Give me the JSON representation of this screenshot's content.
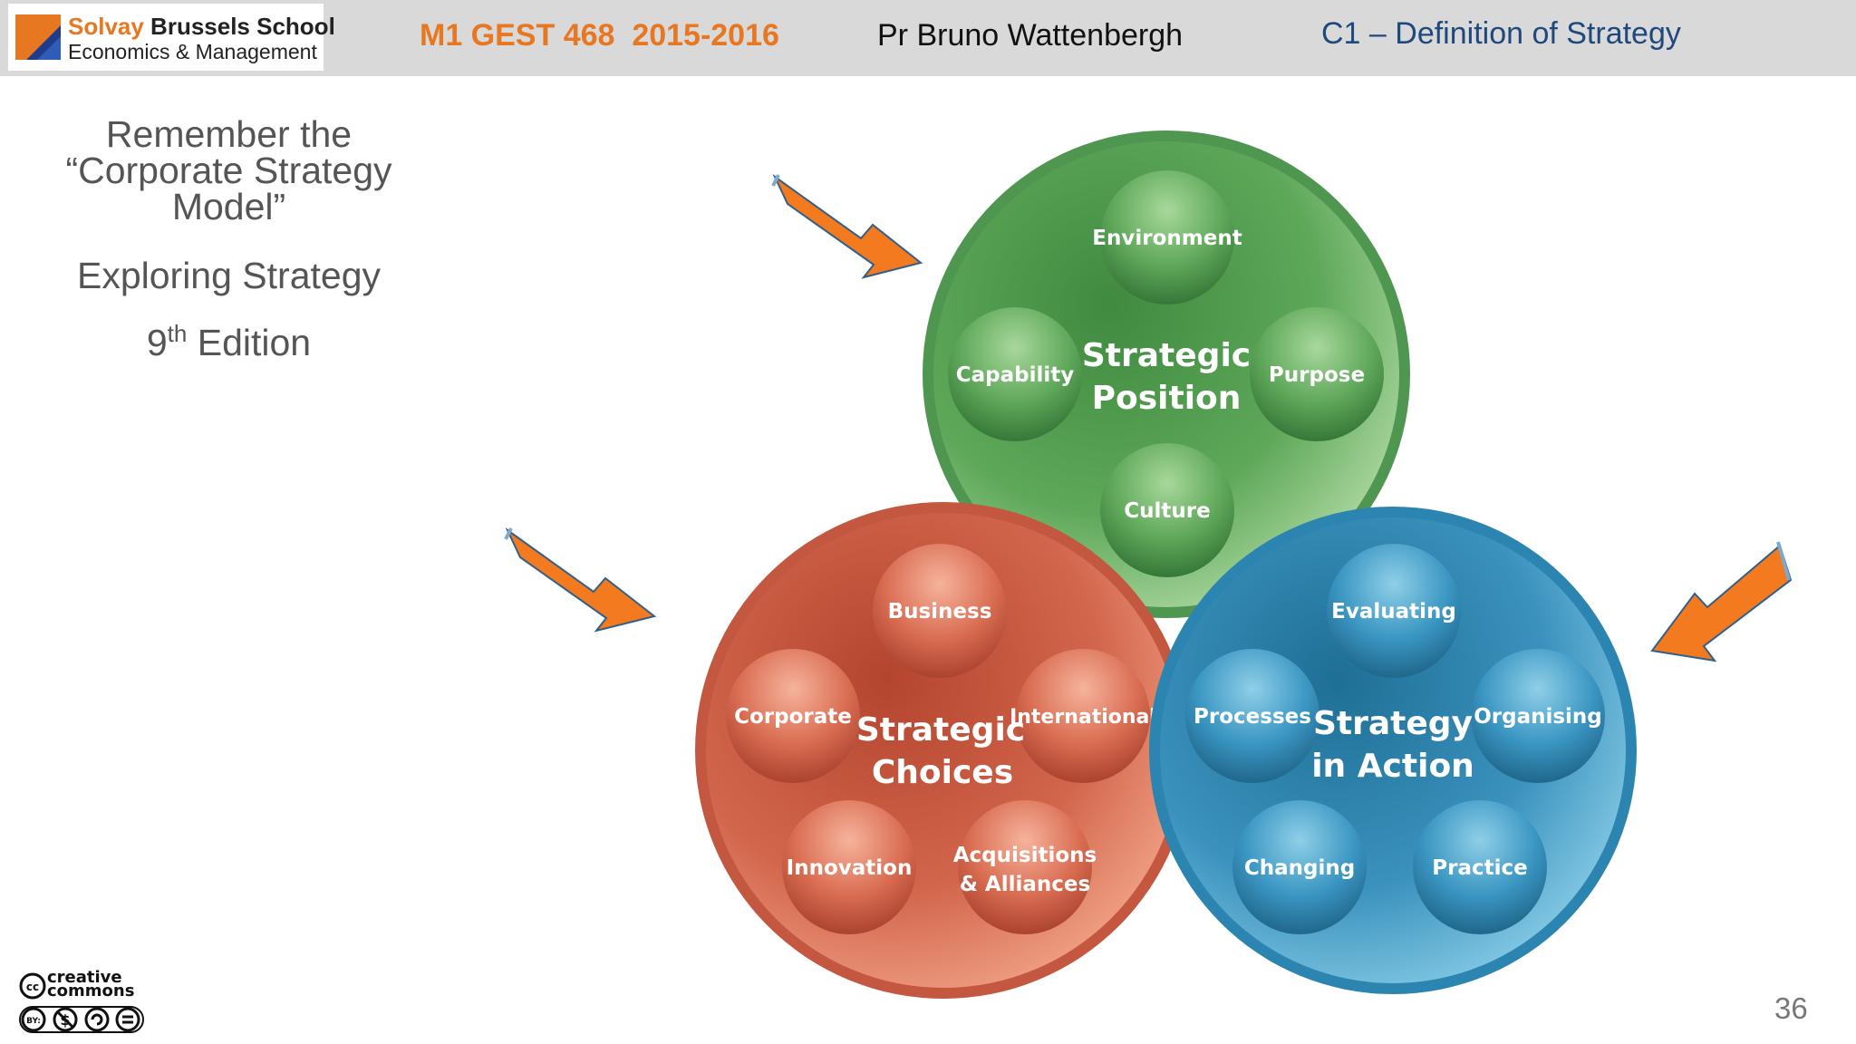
{
  "header": {
    "logo_brand": "Solvay",
    "logo_line1_rest": " Brussels School",
    "logo_line2": "Economics & Management",
    "course": "M1 GEST 468  2015-2016",
    "professor": "Pr Bruno Wattenbergh",
    "chapter": "C1 – Definition of Strategy"
  },
  "intro": {
    "line1": "Remember the",
    "line2": "“Corporate Strategy",
    "line3": "Model”",
    "book": "Exploring Strategy",
    "edition_number": "9",
    "edition_suffix": "th",
    "edition_word": " Edition"
  },
  "diagram": {
    "position": {
      "title_line1": "Strategic",
      "title_line2": "Position",
      "items": [
        "Environment",
        "Capability",
        "Purpose",
        "Culture"
      ],
      "color": "#6aaf5f"
    },
    "choices": {
      "title_line1": "Strategic",
      "title_line2": "Choices",
      "items": [
        "Business",
        "Corporate",
        "International",
        "Innovation",
        "Acquisitions",
        "& Alliances"
      ],
      "color": "#e0765c"
    },
    "action": {
      "title_line1": "Strategy",
      "title_line2": "in Action",
      "items": [
        "Evaluating",
        "Processes",
        "Organising",
        "Changing",
        "Practice"
      ],
      "color": "#3a98c2"
    },
    "arrow_color": "#f47a20"
  },
  "footer": {
    "cc_line1": "creative",
    "cc_line2": "commons",
    "cc_by": "BY:",
    "slide_number": "36"
  }
}
